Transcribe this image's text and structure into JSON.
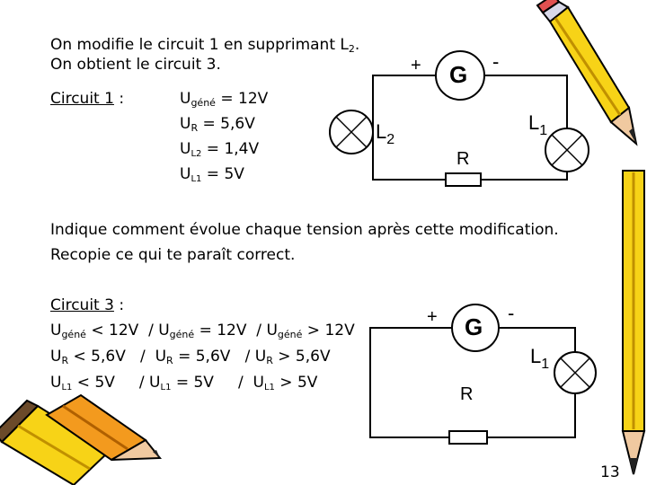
{
  "intro": {
    "line1": "On modifie le circuit 1  en supprimant L",
    "line1_sub": "2",
    "line1_end": ".",
    "line2": "On obtient le circuit 3."
  },
  "circuit1": {
    "heading": "Circuit 1",
    "heading_colon": " :",
    "values": [
      {
        "label": "U",
        "sub": "géné",
        "value": " = 12V"
      },
      {
        "label": "U",
        "sub": "R",
        "value": " = 5,6V"
      },
      {
        "label": "U",
        "sub": "L2",
        "value": " = 1,4V"
      },
      {
        "label": "U",
        "sub": "L1",
        "value": " = 5V"
      }
    ],
    "diagram": {
      "plus": "+",
      "minus": "-",
      "generator": "G",
      "lamp2_label": "L",
      "lamp2_sub": "2",
      "lamp1_label": "L",
      "lamp1_sub": "1",
      "resistor_label": "R"
    }
  },
  "question": {
    "line1": "Indique comment évolue chaque tension après cette modification.",
    "line2": "Recopie ce qui te paraît correct."
  },
  "circuit3": {
    "heading": "Circuit 3",
    "heading_colon": " :",
    "rows": [
      {
        "a_label": "U",
        "a_sub": "géné",
        "a_value": " < 12V  / ",
        "b_label": "U",
        "b_sub": "géné",
        "b_value": " = 12V  / ",
        "c_label": "U",
        "c_sub": "géné",
        "c_value": " > 12V"
      },
      {
        "a_label": "U",
        "a_sub": "R",
        "a_value": " < 5,6V   /  ",
        "b_label": "U",
        "b_sub": "R",
        "b_value": " = 5,6V   / ",
        "c_label": "U",
        "c_sub": "R",
        "c_value": " > 5,6V"
      },
      {
        "a_label": "U",
        "a_sub": "L1",
        "a_value": " < 5V     / ",
        "b_label": "U",
        "b_sub": "L1",
        "b_value": " = 5V     /  ",
        "c_label": "U",
        "c_sub": "L1",
        "c_value": " > 5V"
      }
    ],
    "diagram": {
      "plus": "+",
      "minus": "-",
      "generator": "G",
      "lamp1_label": "L",
      "lamp1_sub": "1",
      "resistor_label": "R"
    }
  },
  "page_number": "13"
}
